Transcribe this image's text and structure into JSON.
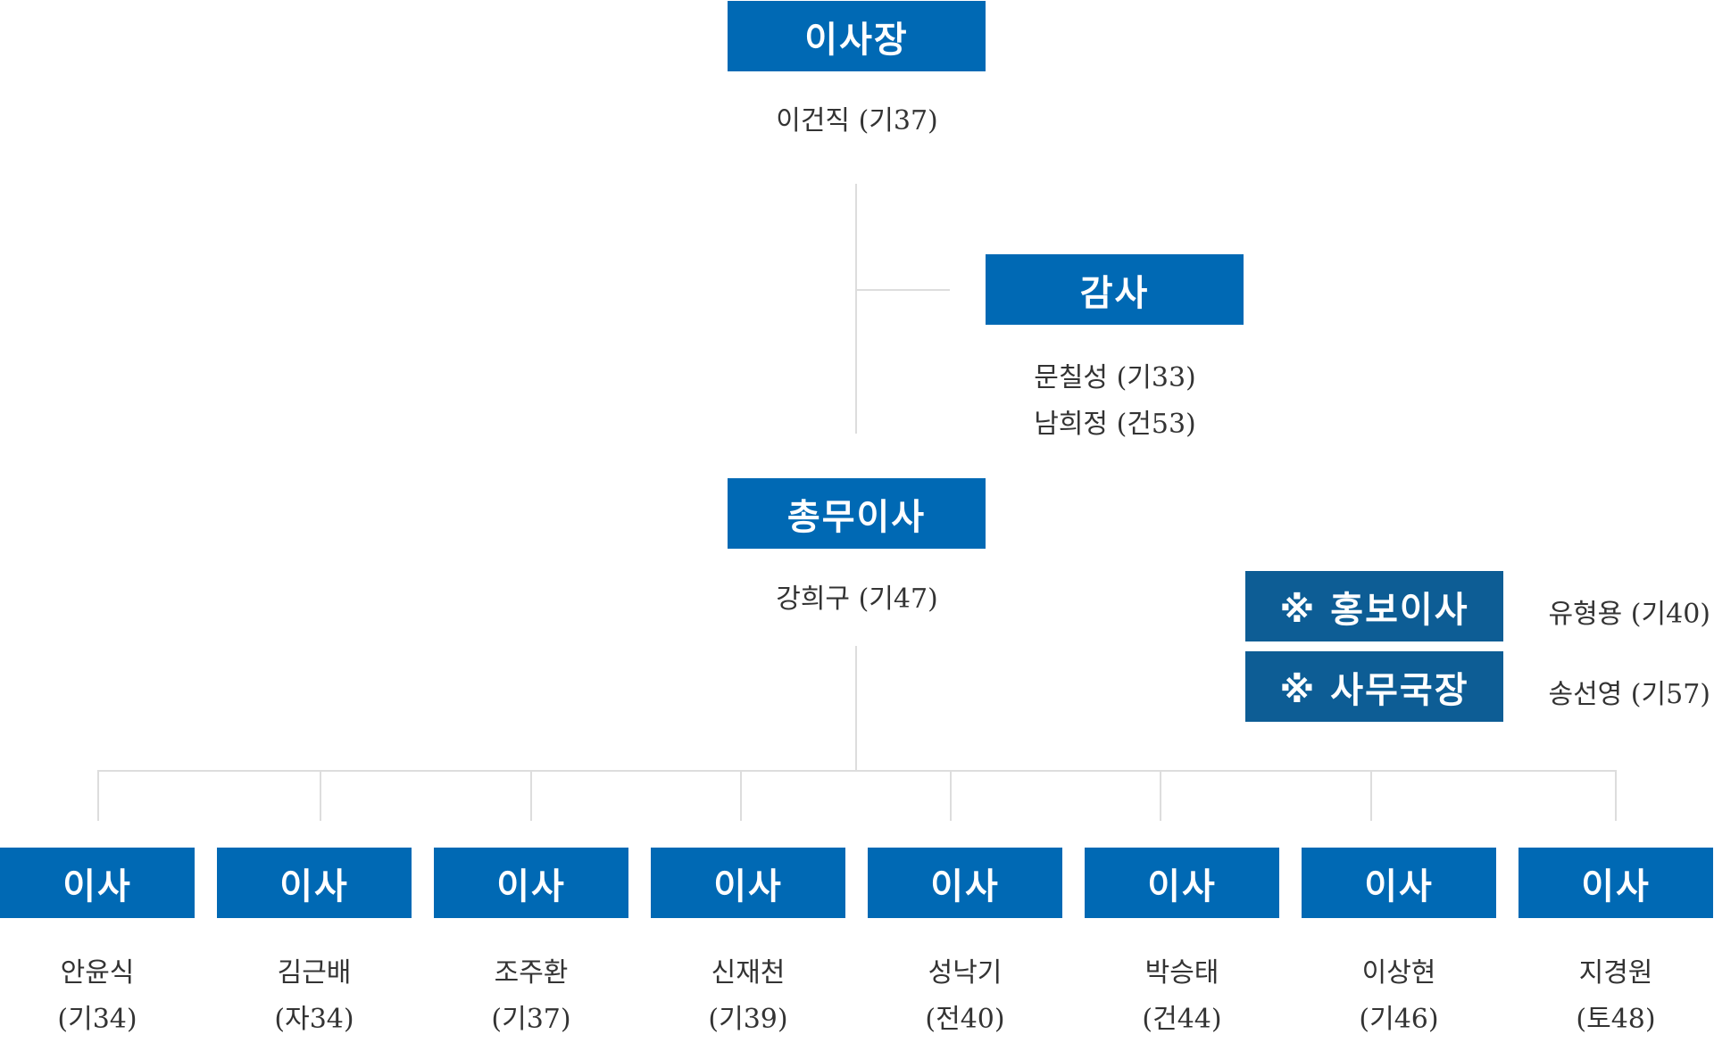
{
  "chairman": {
    "title": "이사장",
    "name": "이건직 (기37)"
  },
  "auditor": {
    "title": "감사",
    "names": [
      "문칠성 (기33)",
      "남희정 (건53)"
    ]
  },
  "general_director": {
    "title": "총무이사",
    "name": "강희구 (기47)"
  },
  "side_roles": [
    {
      "title": "※ 홍보이사",
      "name": "유형용 (기40)"
    },
    {
      "title": "※ 사무국장",
      "name": "송선영 (기57)"
    }
  ],
  "directors": [
    {
      "title": "이사",
      "name": "안윤식",
      "code": "(기34)"
    },
    {
      "title": "이사",
      "name": "김근배",
      "code": "(자34)"
    },
    {
      "title": "이사",
      "name": "조주환",
      "code": "(기37)"
    },
    {
      "title": "이사",
      "name": "신재천",
      "code": "(기39)"
    },
    {
      "title": "이사",
      "name": "성낙기",
      "code": "(전40)"
    },
    {
      "title": "이사",
      "name": "박승태",
      "code": "(건44)"
    },
    {
      "title": "이사",
      "name": "이상현",
      "code": "(기46)"
    },
    {
      "title": "이사",
      "name": "지경원",
      "code": "(토48)"
    }
  ],
  "colors": {
    "box": "#0069b4",
    "box_dark": "#0d5d95",
    "line": "#dddddd",
    "text": "#333333"
  }
}
